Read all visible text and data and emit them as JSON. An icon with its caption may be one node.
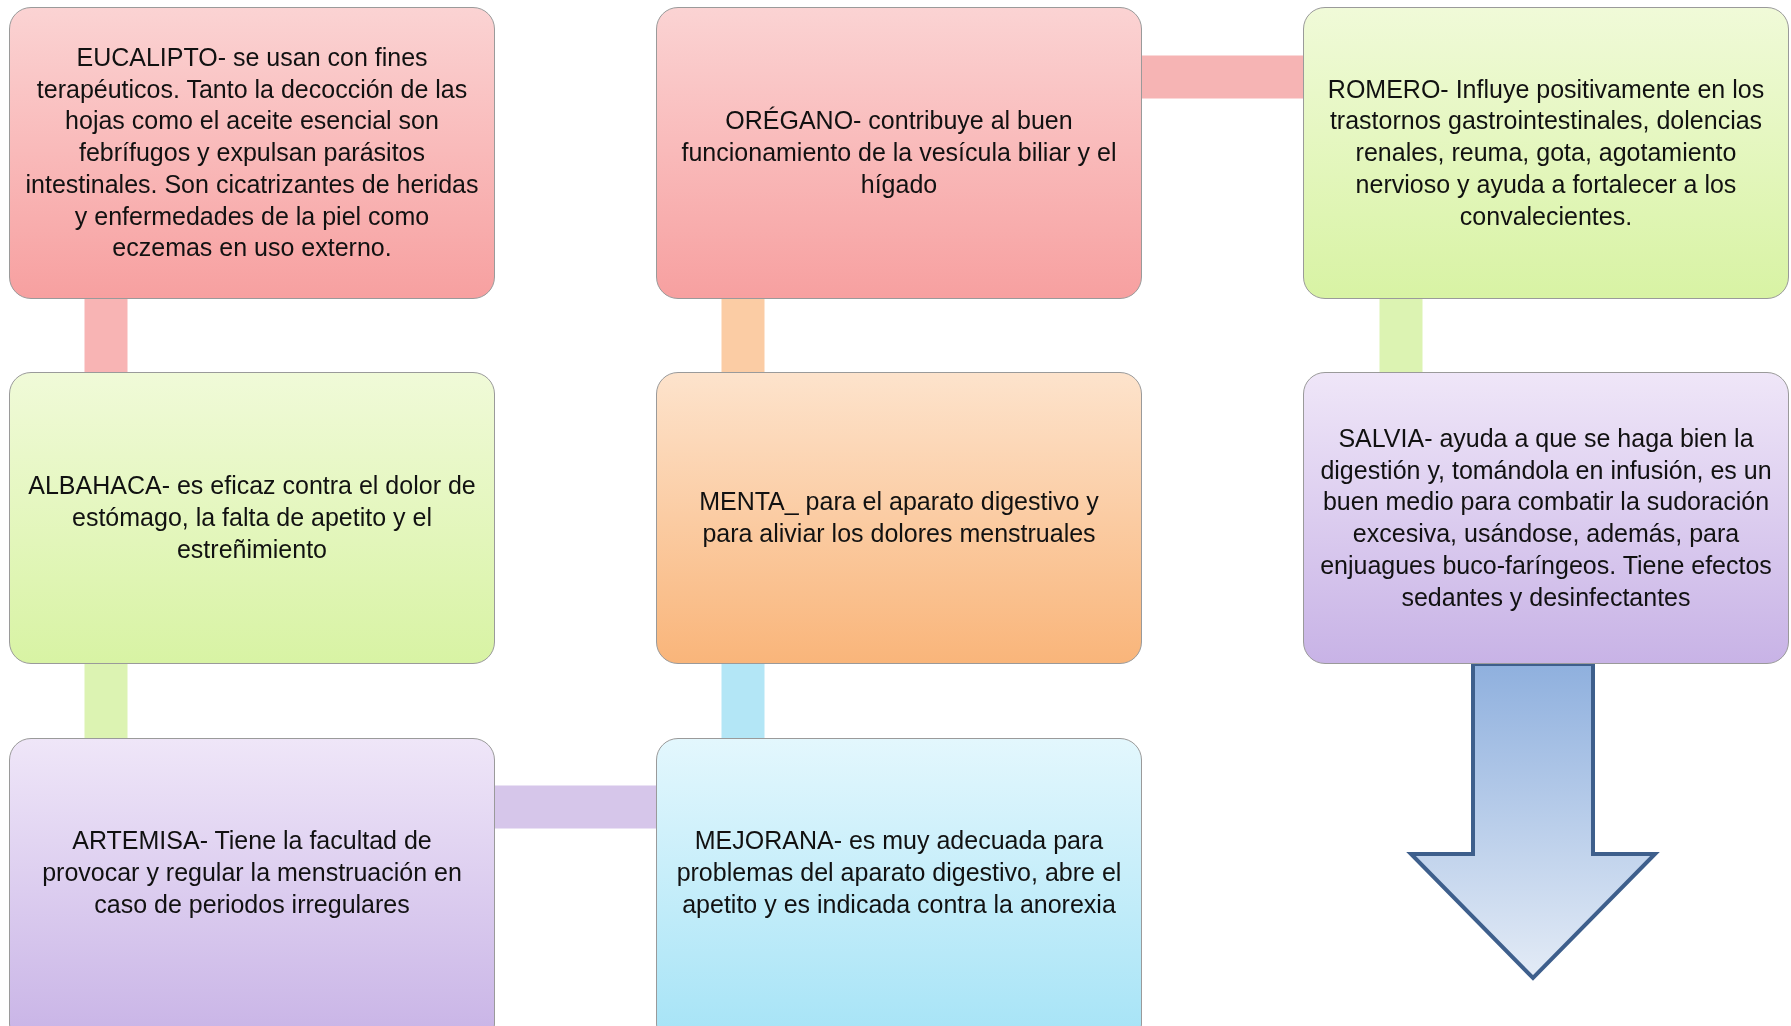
{
  "diagram": {
    "nodes": [
      {
        "text": [
          "EUCALIPTO- se usan con fines terapéuticos. Tanto la decocción de las hojas como el aceite esencial son febrífugos y expulsan parásitos intestinales. Son cicatrizantes de heridas y enfermedades de la piel como eczemas en uso externo."
        ]
      },
      {
        "text": [
          "ORÉGANO- contribuye al buen funcionamiento de la vesícula biliar y el hígado"
        ]
      },
      {
        "text": [
          "ROMERO- Influye positivamente en los trastornos gastrointestinales, dolencias renales, reuma, gota, agotamiento nervioso y ayuda a fortalecer a los convalecientes."
        ]
      },
      {
        "text": [
          "ALBAHACA- es eficaz contra el dolor de estómago, la falta de apetito y el estreñimiento"
        ]
      },
      {
        "text": [
          "MENTA_ para el aparato digestivo y para aliviar los dolores menstruales"
        ]
      },
      {
        "text": [
          "SALVIA- ayuda a que se haga bien la digestión y, tomándola en infusión, es un buen medio para combatir la sudoración excesiva, usándose, además, para enjuagues buco-faríngeos. Tiene efectos sedantes y desinfectantes"
        ]
      },
      {
        "text": [
          "ARTEMISA- Tiene la facultad de provocar y regular la menstruación en caso de periodos irregulares"
        ]
      },
      {
        "text": [
          "MEJORANA- es muy adecuada para problemas del aparato digestivo, abre el apetito y es indicada contra la anorexia"
        ]
      }
    ],
    "edges": [
      {
        "from": 0,
        "to": 3,
        "arrow": "none",
        "color": "#f8b4b4"
      },
      {
        "from": 3,
        "to": 6,
        "arrow": "none",
        "color": "#dcf3b2"
      },
      {
        "from": 6,
        "to": 7,
        "arrow": "none",
        "color": "#d6c6ea"
      },
      {
        "from": 7,
        "to": 4,
        "arrow": "none",
        "color": "#b3e6f6"
      },
      {
        "from": 4,
        "to": 1,
        "arrow": "none",
        "color": "#fbcca4"
      },
      {
        "from": 1,
        "to": 2,
        "arrow": "none",
        "color": "#f6b4b4"
      },
      {
        "from": 2,
        "to": 5,
        "arrow": "none",
        "color": "#dcf3b2"
      },
      {
        "from": 5,
        "to": null,
        "arrow": "to",
        "color": "#3e5f8c"
      }
    ]
  }
}
